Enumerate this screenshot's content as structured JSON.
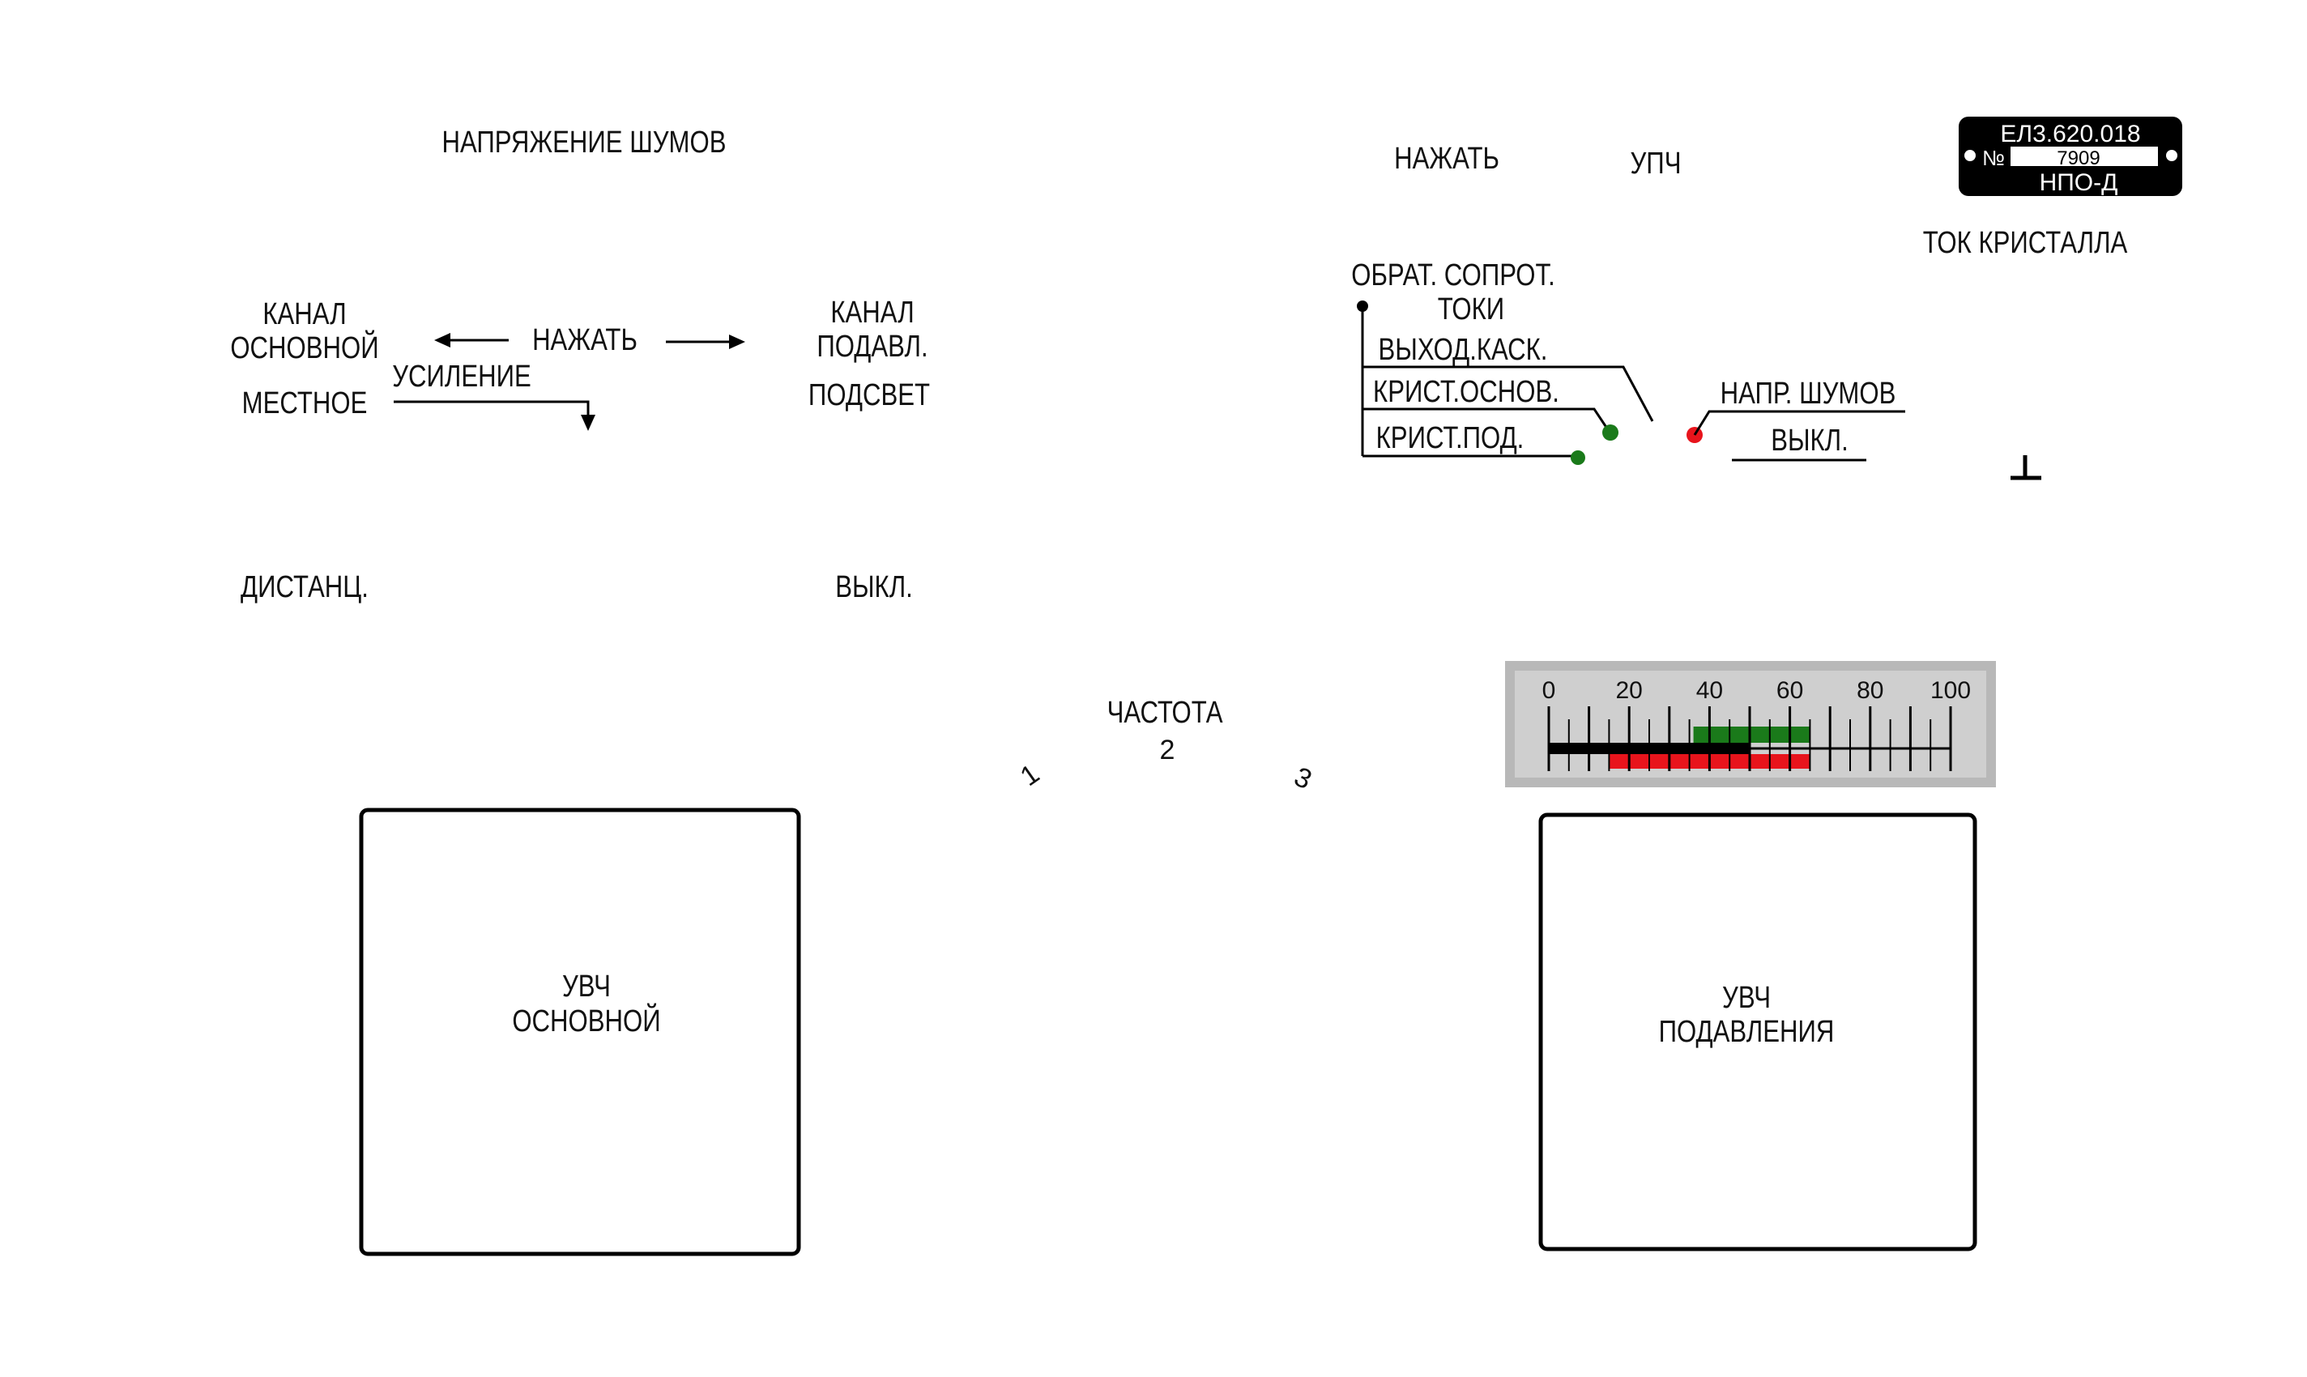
{
  "left_panel": {
    "noise_voltage": "НАПРЯЖЕНИЕ  ШУМОВ",
    "channel_main_1": "КАНАЛ",
    "channel_main_2": "ОСНОВНОЙ",
    "press": "НАЖАТЬ",
    "channel_supp_1": "КАНАЛ",
    "channel_supp_2": "ПОДАВЛ.",
    "gain": "УСИЛЕНИЕ",
    "local": "МЕСТНОЕ",
    "backlight": "ПОДСВЕТ",
    "remote": "ДИСТАНЦ.",
    "off": "ВЫКЛ."
  },
  "frequency": {
    "label": "ЧАСТОТА",
    "pos1": "1",
    "pos2": "2",
    "pos3": "3"
  },
  "right_panel": {
    "press": "НАЖАТЬ",
    "ifa": "УПЧ",
    "crystal_current": "ТОК  КРИСТАЛЛА",
    "reverse_res": "ОБРАТ.  СОПРОТ.",
    "currents": "ТОКИ",
    "out_cascade": "ВЫХОД.КАСК.",
    "crystal_main": "КРИСТ.ОСНОВ.",
    "crystal_supp": "КРИСТ.ПОД.",
    "noise_voltage": "НАПР.  ШУМОВ",
    "off": "ВЫКЛ.",
    "ground_symbol": "⊥"
  },
  "plate": {
    "code": "ЕЛ3.620.018",
    "number_sign": "№",
    "serial": "7909",
    "model": "НПО-Д"
  },
  "meter": {
    "ticks": [
      "0",
      "20",
      "40",
      "60",
      "80",
      "100"
    ],
    "black_zone": [
      0,
      50
    ],
    "green_zone": [
      36,
      65
    ],
    "red_zone": [
      15,
      65
    ],
    "colors": {
      "green": "#1a7a1a",
      "red": "#e8141c",
      "black": "#000000",
      "bezel": "#b8b8b8"
    }
  },
  "blocks": {
    "main_1": "УВЧ",
    "main_2": "ОСНОВНОЙ",
    "supp_1": "УВЧ",
    "supp_2": "ПОДАВЛЕНИЯ"
  },
  "indicators": {
    "green": "#1a7a1a",
    "red": "#e8141c"
  }
}
